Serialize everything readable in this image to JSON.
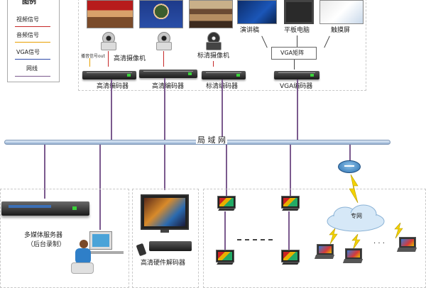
{
  "legend": {
    "title": "图例",
    "items": [
      {
        "label": "视频信号",
        "color": "#c62828"
      },
      {
        "label": "音频信号",
        "color": "#e8a000"
      },
      {
        "label": "VGA信号",
        "color": "#2e4aa8"
      },
      {
        "label": "网线",
        "color": "#7b5a8e"
      }
    ]
  },
  "top_devices": {
    "hd_camera": "高清摄像机",
    "sd_camera": "标清摄像机",
    "lectern": "演讲稿",
    "tablet": "平板电脑",
    "touch_screen": "触摸屏",
    "vga_matrix": "VGA矩阵",
    "mic_label": "播音信号out"
  },
  "encoders": {
    "hd_1": "高清编码器",
    "hd_2": "高清编码器",
    "sd": "标清编码器",
    "vga": "VGA编码器"
  },
  "network": {
    "lan": "局  域  网",
    "private": "专网"
  },
  "bottom": {
    "server_line1": "多媒体服务器",
    "server_line2": "（后台录制）",
    "decoder": "高清硬件解码器"
  },
  "colors": {
    "lan_bar": "#b8cde6",
    "network_line": "#7b5a8e",
    "video": "#c62828",
    "audio": "#e8a000"
  }
}
